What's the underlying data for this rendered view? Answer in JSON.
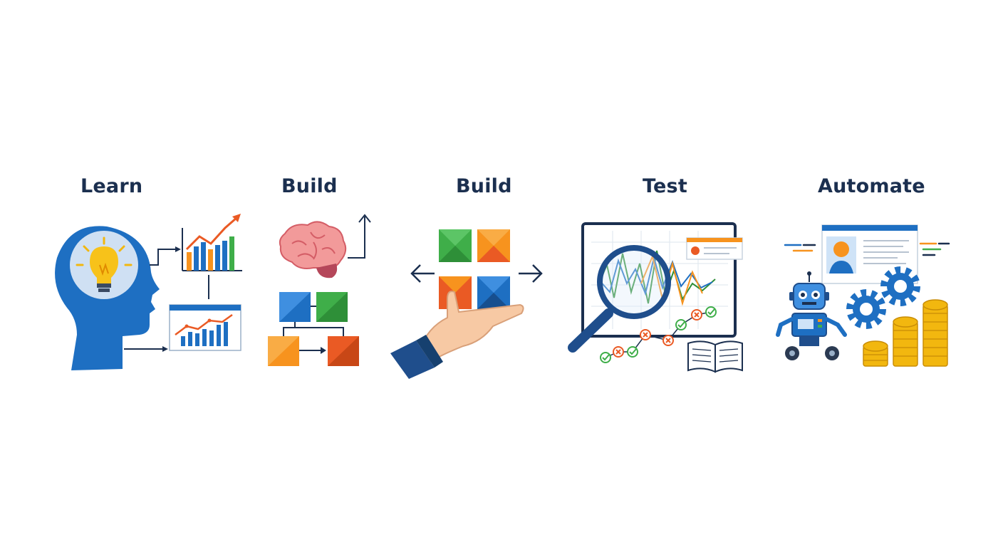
{
  "stages": [
    {
      "id": "learn",
      "label": "Learn"
    },
    {
      "id": "build-1",
      "label": "Build"
    },
    {
      "id": "build-2",
      "label": "Build"
    },
    {
      "id": "test",
      "label": "Test"
    },
    {
      "id": "automate",
      "label": "Automate"
    }
  ],
  "colors": {
    "title": "#1b2f4f",
    "blue": "#1e6fc2",
    "dark_blue": "#1f4e8c",
    "green": "#3fae49",
    "orange": "#f7931e",
    "red_orange": "#ea5a24",
    "gold": "#f2b70f",
    "brain_pink": "#f29a9a"
  },
  "icons": {
    "learn": [
      "head-silhouette-icon",
      "lightbulb-icon",
      "bar-chart-icon",
      "line-chart-icon"
    ],
    "build_1": [
      "brain-icon",
      "flowchart-icon"
    ],
    "build_2": [
      "hand-holding-blocks-icon",
      "arrow-left-icon",
      "arrow-right-icon"
    ],
    "test": [
      "monitor-chart-icon",
      "magnifying-glass-icon",
      "profile-card-icon",
      "checkmark-icon",
      "cross-icon",
      "open-book-icon"
    ],
    "automate": [
      "robot-icon",
      "gear-icon",
      "coin-stack-icon",
      "profile-window-icon"
    ]
  }
}
